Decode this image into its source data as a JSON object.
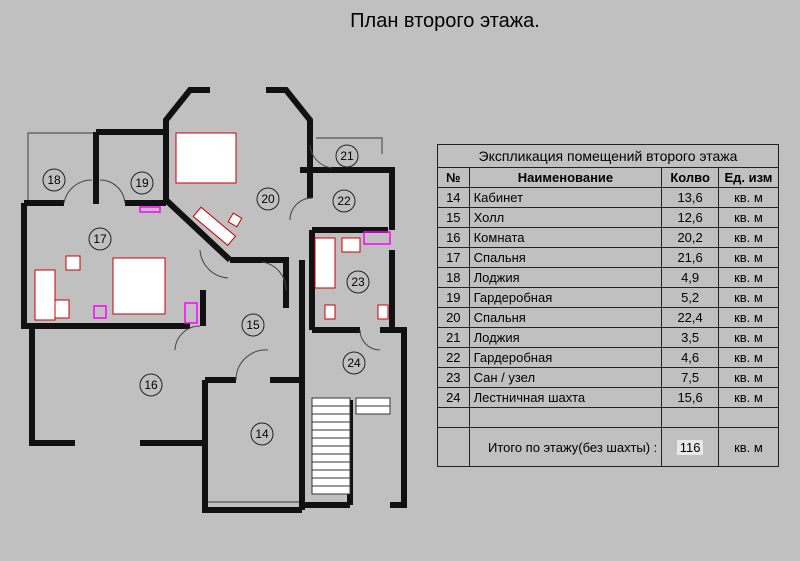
{
  "title": "План второго этажа.",
  "rooms": [
    {
      "no": "14",
      "name": "Кабинет",
      "qty": "13,6",
      "unit": "кв. м"
    },
    {
      "no": "15",
      "name": "Холл",
      "qty": "12,6",
      "unit": "кв. м"
    },
    {
      "no": "16",
      "name": "Комната",
      "qty": "20,2",
      "unit": "кв. м"
    },
    {
      "no": "17",
      "name": "Спальня",
      "qty": "21,6",
      "unit": "кв. м"
    },
    {
      "no": "18",
      "name": "Лоджия",
      "qty": "4,9",
      "unit": "кв. м"
    },
    {
      "no": "19",
      "name": "Гардеробная",
      "qty": "5,2",
      "unit": "кв. м"
    },
    {
      "no": "20",
      "name": "Спальня",
      "qty": "22,4",
      "unit": "кв. м"
    },
    {
      "no": "21",
      "name": "Лоджия",
      "qty": "3,5",
      "unit": "кв. м"
    },
    {
      "no": "22",
      "name": "Гардеробная",
      "qty": "4,6",
      "unit": "кв. м"
    },
    {
      "no": "23",
      "name": "Сан / узел",
      "qty": "7,5",
      "unit": "кв. м"
    },
    {
      "no": "24",
      "name": "Лестничная шахта",
      "qty": "15,6",
      "unit": "кв. м"
    }
  ],
  "table": {
    "caption": "Экспликация помещений второго этажа",
    "headers": {
      "no": "№",
      "name": "Наименование",
      "qty": "Колво",
      "unit": "Ед. изм"
    },
    "total_label": "Итого по этажу(без шахты) :",
    "total_value": "116",
    "total_unit": "кв. м"
  },
  "colors": {
    "background": "#c0c0c0",
    "wall": "#111111",
    "furniture_outline": "#cc0000",
    "fixture_accent": "#ff00ff"
  }
}
